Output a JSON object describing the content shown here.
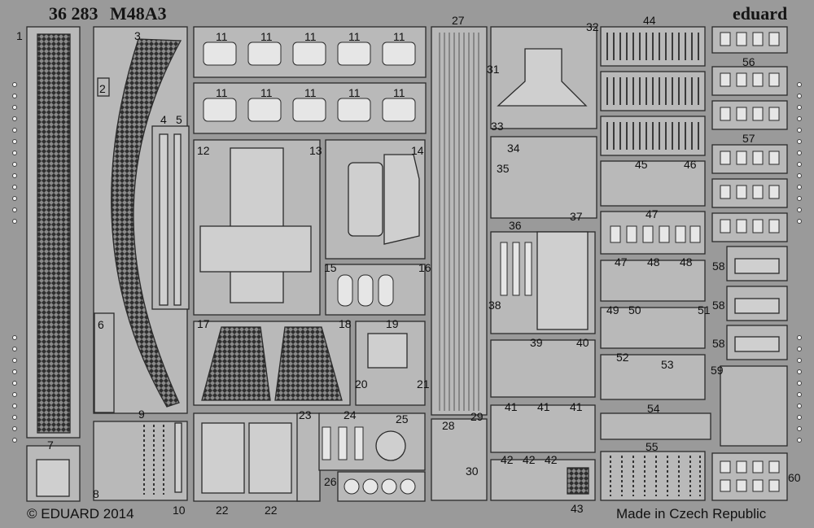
{
  "header": {
    "set_number": "36 283",
    "model": "M48A3",
    "brand": "eduard"
  },
  "footer": {
    "copyright": "© EDUARD 2014",
    "origin": "Made in Czech Republic"
  },
  "part_numbers": {
    "p1": "1",
    "p2": "2",
    "p3": "3",
    "p4": "4",
    "p5": "5",
    "p6": "6",
    "p7": "7",
    "p8": "8",
    "p9": "9",
    "p10": "10",
    "p11": "11",
    "p12": "12",
    "p13": "13",
    "p14": "14",
    "p15": "15",
    "p16": "16",
    "p17": "17",
    "p18": "18",
    "p19": "19",
    "p20": "20",
    "p21": "21",
    "p22": "22",
    "p23": "23",
    "p24": "24",
    "p25": "25",
    "p26": "26",
    "p27": "27",
    "p28": "28",
    "p29": "29",
    "p30": "30",
    "p31": "31",
    "p32": "32",
    "p33": "33",
    "p34": "34",
    "p35": "35",
    "p36": "36",
    "p37": "37",
    "p38": "38",
    "p39": "39",
    "p40": "40",
    "p41": "41",
    "p42": "42",
    "p43": "43",
    "p44": "44",
    "p45": "45",
    "p46": "46",
    "p47": "47",
    "p48": "48",
    "p49": "49",
    "p50": "50",
    "p51": "51",
    "p52": "52",
    "p53": "53",
    "p54": "54",
    "p55": "55",
    "p56": "56",
    "p57": "57",
    "p58": "58",
    "p59": "59",
    "p60": "60"
  },
  "colors": {
    "background": "#9a9a9a",
    "etch": "#b9b9b9",
    "dark": "#2a2a2a",
    "text": "#111111"
  }
}
